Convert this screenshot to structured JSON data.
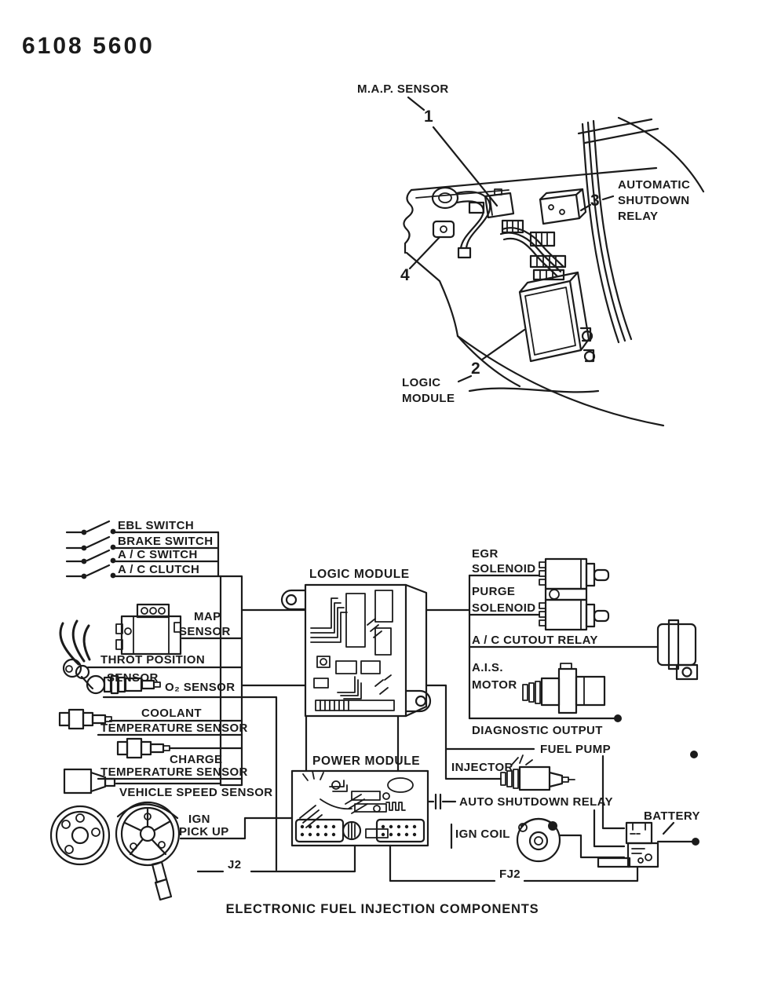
{
  "colors": {
    "ink": "#1b1b1b",
    "paper": "#ffffff"
  },
  "page": {
    "doc_number": "6108 5600",
    "caption": "ELECTRONIC FUEL INJECTION COMPONENTS"
  },
  "illustration": {
    "map_sensor_label": "M.A.P. SENSOR",
    "callouts": {
      "one": "1",
      "two": "2",
      "three": "3",
      "four": "4"
    },
    "asd_relay_lines": [
      "AUTOMATIC",
      "SHUTDOWN",
      "RELAY"
    ],
    "logic_module_lines": [
      "LOGIC",
      "MODULE"
    ]
  },
  "schematic": {
    "switches": [
      "EBL SWITCH",
      "BRAKE SWITCH",
      "A / C SWITCH",
      "A / C CLUTCH"
    ],
    "map_sensor": [
      "MAP",
      "SENSOR"
    ],
    "throttle": [
      "THROT POSITION",
      "SENSOR"
    ],
    "o2_sensor": "O₂ SENSOR",
    "coolant": [
      "COOLANT",
      "TEMPERATURE SENSOR"
    ],
    "charge": [
      "CHARGE",
      "TEMPERATURE SENSOR"
    ],
    "vehicle_speed": "VEHICLE SPEED SENSOR",
    "ign_pickup": [
      "IGN",
      "PICK UP"
    ],
    "logic_module": "LOGIC MODULE",
    "power_module": "POWER MODULE",
    "egr": [
      "EGR",
      "SOLENOID"
    ],
    "purge": [
      "PURGE",
      "SOLENOID"
    ],
    "ac_cutout": "A / C CUTOUT RELAY",
    "ais": [
      "A.I.S.",
      "MOTOR"
    ],
    "diagnostic": "DIAGNOSTIC OUTPUT",
    "fuel_pump": "FUEL PUMP",
    "injector": "INJECTOR",
    "asd": "AUTO SHUTDOWN RELAY",
    "ign_coil": "IGN COIL",
    "battery": "BATTERY",
    "j2": "J2",
    "fj2": "FJ2"
  }
}
